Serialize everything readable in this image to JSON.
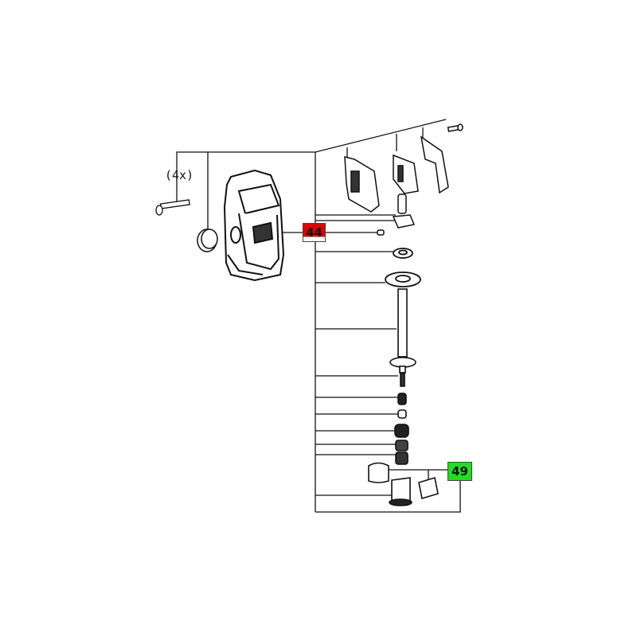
{
  "diagram": {
    "quantity_label": "(4x)",
    "callouts": [
      {
        "label": "44",
        "color": "#e00000"
      },
      {
        "label": "49",
        "color": "#22dd22"
      }
    ],
    "line_color": "#111111"
  }
}
